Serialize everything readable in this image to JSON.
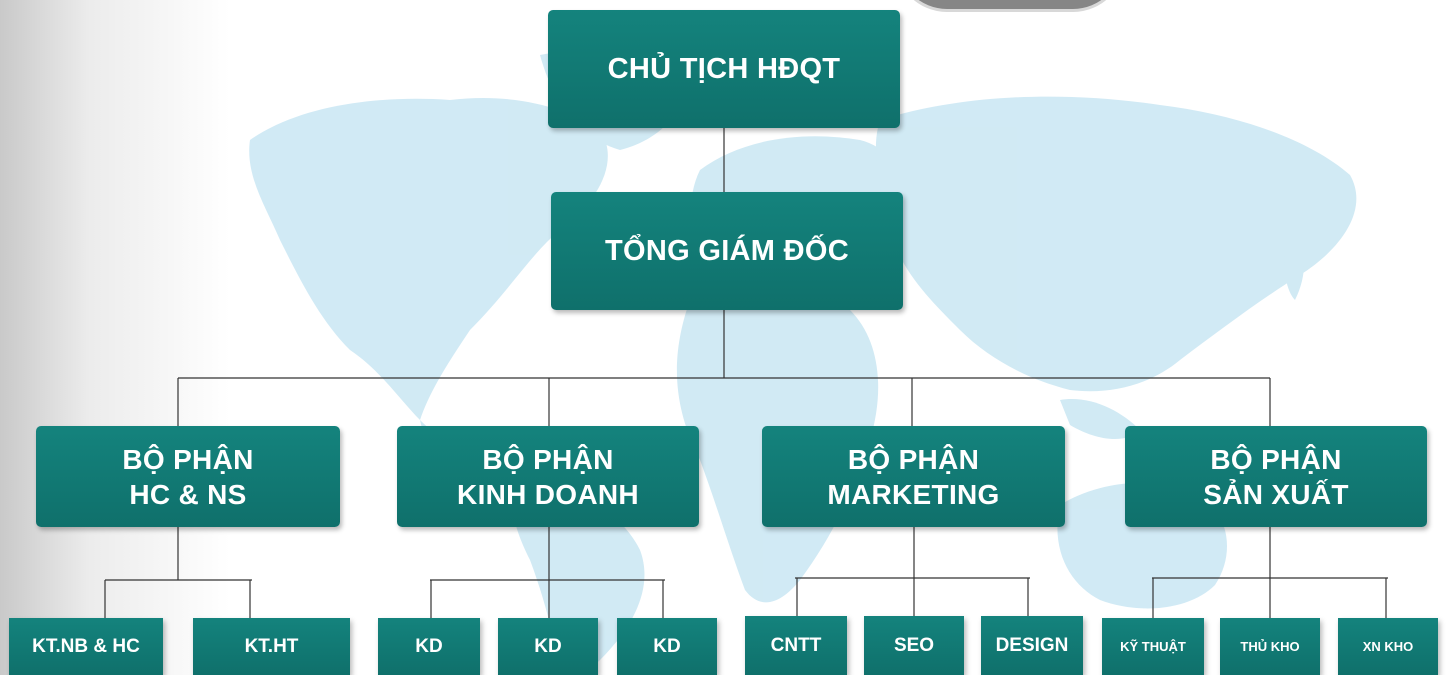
{
  "colors": {
    "box_fill": "#12807a",
    "line": "#333333",
    "map": "#cfe9f4"
  },
  "chairman": "CHỦ TỊCH HĐQT",
  "ceo": "TỔNG GIÁM ĐỐC",
  "departments": [
    {
      "line1": "BỘ PHẬN",
      "line2": "HC & NS",
      "units": [
        "KT.NB & HC",
        "KT.HT"
      ]
    },
    {
      "line1": "BỘ PHẬN",
      "line2": "KINH DOANH",
      "units": [
        "KD",
        "KD",
        "KD"
      ]
    },
    {
      "line1": "BỘ PHẬN",
      "line2": "MARKETING",
      "units": [
        "CNTT",
        "SEO",
        "DESIGN"
      ]
    },
    {
      "line1": "BỘ PHẬN",
      "line2": "SẢN XUẤT",
      "units": [
        "KỸ THUẬT",
        "THỦ KHO",
        "XN KHO"
      ]
    }
  ]
}
